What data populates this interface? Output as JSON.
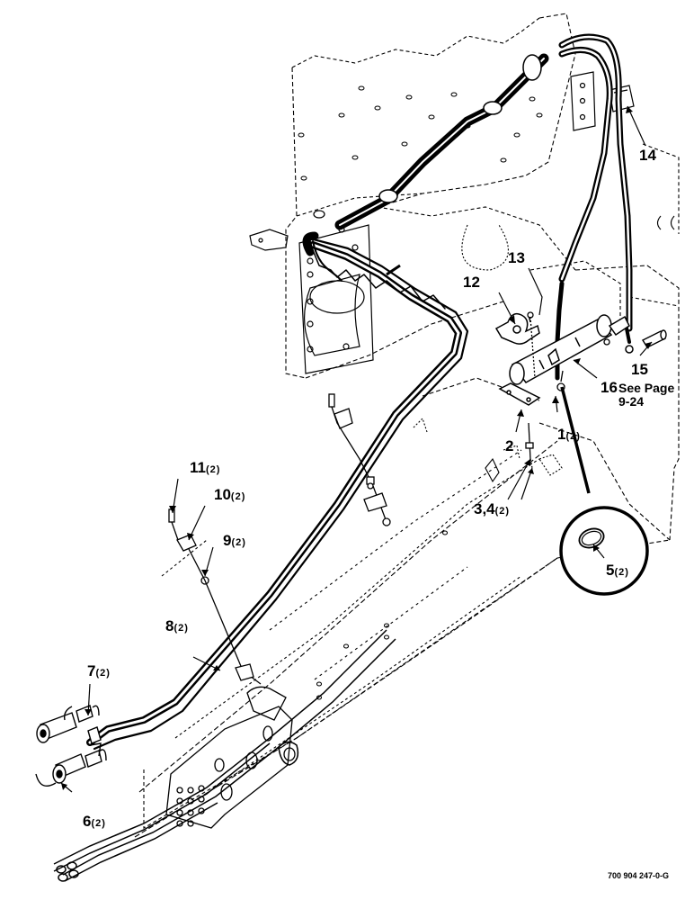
{
  "callouts": {
    "c1": {
      "num": "1",
      "qty": "(2)"
    },
    "c2": {
      "num": "2",
      "qty": ""
    },
    "c34": {
      "num": "3,4",
      "qty": "(2)"
    },
    "c5": {
      "num": "5",
      "qty": "(2)"
    },
    "c6": {
      "num": "6",
      "qty": "(2)"
    },
    "c7": {
      "num": "7",
      "qty": "(2)"
    },
    "c8": {
      "num": "8",
      "qty": "(2)"
    },
    "c9": {
      "num": "9",
      "qty": "(2)"
    },
    "c10": {
      "num": "10",
      "qty": "(2)"
    },
    "c11": {
      "num": "11",
      "qty": "(2)"
    },
    "c12": {
      "num": "12",
      "qty": ""
    },
    "c13": {
      "num": "13",
      "qty": ""
    },
    "c14": {
      "num": "14",
      "qty": ""
    },
    "c15": {
      "num": "15",
      "qty": ""
    },
    "c16": {
      "num": "16",
      "qty": ""
    }
  },
  "see_page": {
    "line1": "See Page",
    "line2": "9-24"
  },
  "part_number": "700 904 247-0-G",
  "colors": {
    "line": "#000000",
    "background": "#ffffff"
  }
}
